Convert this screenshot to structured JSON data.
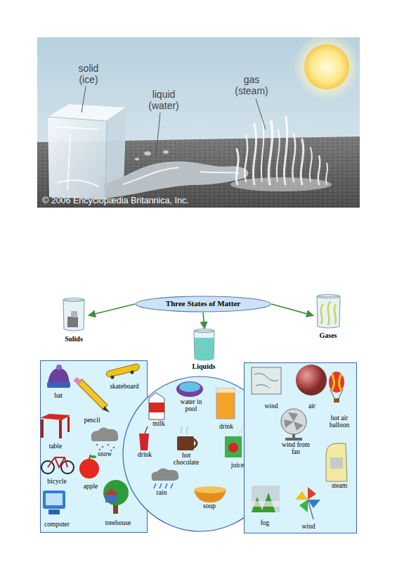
{
  "diagram": {
    "nodes": [
      {
        "text": [
          "Three States of Matter"
        ]
      },
      {
        "text": [
          "Solids"
        ]
      },
      {
        "text": [
          "Liquids"
        ]
      },
      {
        "text": [
          "Gases"
        ]
      },
      {
        "text": [
          "hat",
          "skateboard",
          "pencil",
          "table",
          "snow",
          "bicycle",
          "apple",
          "computer",
          "treehouse"
        ]
      },
      {
        "text": [
          "milk",
          "water in pool",
          "drink",
          "drink",
          "hot chocolate",
          "juice",
          "rain",
          "soup"
        ]
      },
      {
        "text": [
          "wind",
          "air",
          "hot air balloon",
          "wind from fan",
          "steam",
          "fog",
          "wind"
        ]
      }
    ],
    "edges": [
      {
        "from": 0,
        "to": 1,
        "arrow": "to"
      },
      {
        "from": 0,
        "to": 2,
        "arrow": "to"
      },
      {
        "from": 0,
        "to": 3,
        "arrow": "to"
      }
    ],
    "labels": [
      "solid (ice)",
      "liquid (water)",
      "gas (steam)",
      "© 2006 Encyclopædia Britannica, Inc."
    ]
  }
}
